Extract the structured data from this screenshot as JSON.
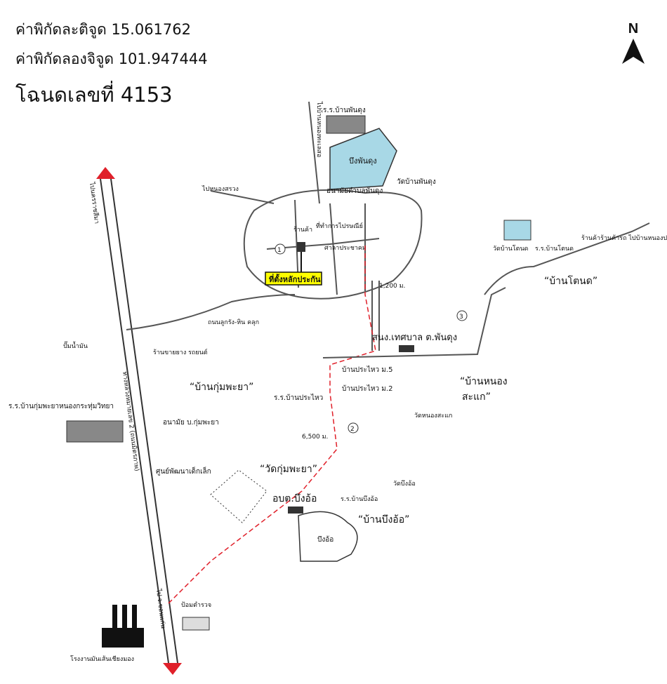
{
  "header": {
    "latitude": "ค่าพิกัดละติจูด 15.061762",
    "longitude": "ค่าพิกัดลองจิจูด 101.947444",
    "deed": "โฉนดเลขที่  4153"
  },
  "north_arrow": {
    "label": "N"
  },
  "colors": {
    "road": "#555555",
    "route": "#e0202a",
    "water": "#a8d8e6",
    "site_highlight": "#ffff00",
    "building": "#666666"
  },
  "map": {
    "site_label": "ที่ตั้งหลักประกัน",
    "villages": {
      "ban_kum_phaya": "“บ้านกุ่มพะยา”",
      "ban_nong_sakae_1": "“บ้านหนอง",
      "ban_nong_sakae_2": "สะแก”",
      "ban_bueng_o": "“บ้านบึงอ้อ”",
      "ban_to_not": "“บ้านโตนด”"
    },
    "places": {
      "school_phan_dung": "ร.ร.บ้านพันดุง",
      "bueng_phan_dung": "บึงพันดุง",
      "wat_phan_dung": "วัดบ้านพันดุง",
      "health_station": "อนามัยตำบลพันดุง",
      "to_kham_thale_so": "ไปบ้านหนองทะเลสอ",
      "to_nong_sarai": "ไปหนองสรวง",
      "shop_site": "ร้านค้า",
      "post_office": "ที่ทำการไปรษณีย์",
      "police": "ป้อมตำรวจ",
      "community_hall": "ศาลาประชาคม",
      "dist_1200": "1,200 ม.",
      "municipal": "สนง.เทศบาล ต.พันดุง",
      "school_to_not": "ร.ร.บ้านโตนด",
      "wat_to_not": "วัดบ้านโตนด",
      "shop_far_east": "ร้านค้าร้านค้ารถ ไปบ้านหนองประดู่",
      "road_chumchon": "ถนนลูกรัง-หิน คลุก",
      "gas_station": "ปั๊มน้ำมัน",
      "shop_car": "ร้านขายยาง รถยนต์",
      "school_kum_phaya": "ร.ร.บ้านกุ่มพะยาหนองกระทุ่มวิทยา",
      "health_kum_phaya": "อนามัย บ.กุ่มพะยา",
      "child_center": "ศูนย์พัฒนาเด็กเล็ก",
      "wat_kum_phaya": "“วัดกุ่มพะยา”",
      "bueng_o_sao": "อบต.บึงอ้อ",
      "school_bueng_o": "ร.ร.บ้านบึงอ้อ",
      "wat_bueng_o": "วัดบึงอ้อ",
      "pond_bueng_o": "บึงอ้อ",
      "school_prathai": "ร.ร.บ้านประไหว",
      "prathai_5": "บ้านประไหว ม.5",
      "prathai_2": "บ้านประไหว ม.2",
      "wat_nong_sakae": "วัดหนองสะแก",
      "dist_6500": "6,500 ม.",
      "highway_label": "ทางหลวงหมายเลข 2 (ถนนมิตรภาพ)",
      "to_korat": "ไปนครราชสีมา",
      "to_khonkaen": "ไป จ.ขอนแก่น",
      "police_box": "ป้อมตำรวจ",
      "factory": "โรงงานมันเส้นเชียงมอง",
      "circle_1": "1",
      "circle_2": "2",
      "circle_3": "3"
    }
  }
}
